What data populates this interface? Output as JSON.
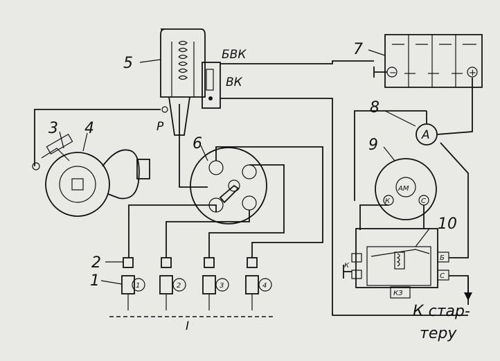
{
  "labels": {
    "l1": "1",
    "l2": "2",
    "l3": "3",
    "l4": "4",
    "l5": "5",
    "l6": "6",
    "l7": "7",
    "l8": "8",
    "l9": "9",
    "l10": "10",
    "bvk": "БВК",
    "vk": "ВК",
    "p": "Р",
    "ammeter": "А",
    "am": "АМ",
    "k": "К",
    "c": "С",
    "relay_k": "К",
    "relay_b": "Б",
    "relay_c": "С",
    "relay_kz": "КЗ",
    "ground": "I",
    "starter_line1": "К стар-",
    "starter_line2": "теру",
    "plus": "+",
    "minus": "−",
    "plug1": "1",
    "plug2": "2",
    "plug3": "3",
    "plug4": "4"
  },
  "colors": {
    "ink": "#111111",
    "paper": "#e9e9e6"
  }
}
